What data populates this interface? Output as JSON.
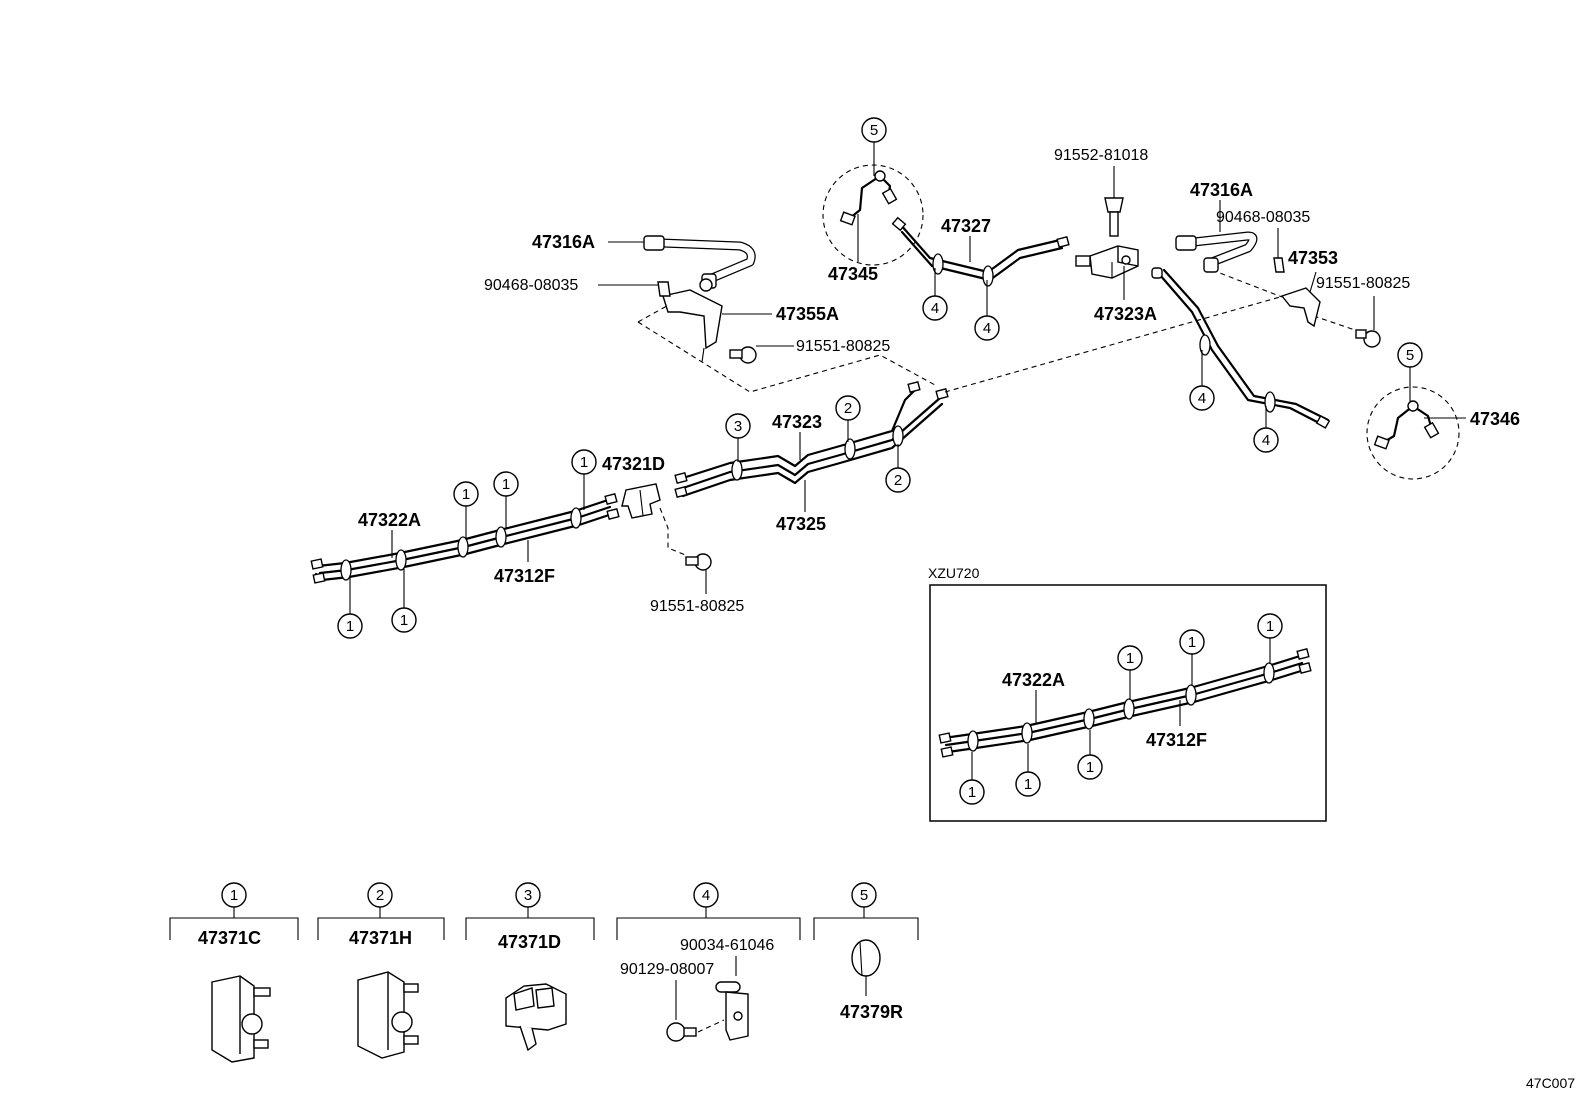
{
  "labels": {
    "p47316A_left": "47316A",
    "p90468_left": "90468-08035",
    "p47355A": "47355A",
    "p91551_a": "91551-80825",
    "p47345": "47345",
    "p47327": "47327",
    "p91552": "91552-81018",
    "p47323A": "47323A",
    "p47316A_right": "47316A",
    "p90468_right": "90468-08035",
    "p47353": "47353",
    "p91551_b": "91551-80825",
    "p47346": "47346",
    "p47323": "47323",
    "p47325": "47325",
    "p47321D": "47321D",
    "p47322A": "47322A",
    "p47312F": "47312F",
    "p91551_c": "91551-80825",
    "inset_title": "XZU720",
    "inset_47322A": "47322A",
    "inset_47312F": "47312F",
    "legend_47371C": "47371C",
    "legend_47371H": "47371H",
    "legend_47371D": "47371D",
    "legend_90034": "90034-61046",
    "legend_90129": "90129-08007",
    "legend_47379R": "47379R",
    "diagram_code": "47C007"
  },
  "callouts": {
    "c1": "1",
    "c2": "2",
    "c3": "3",
    "c4": "4",
    "c5": "5"
  }
}
